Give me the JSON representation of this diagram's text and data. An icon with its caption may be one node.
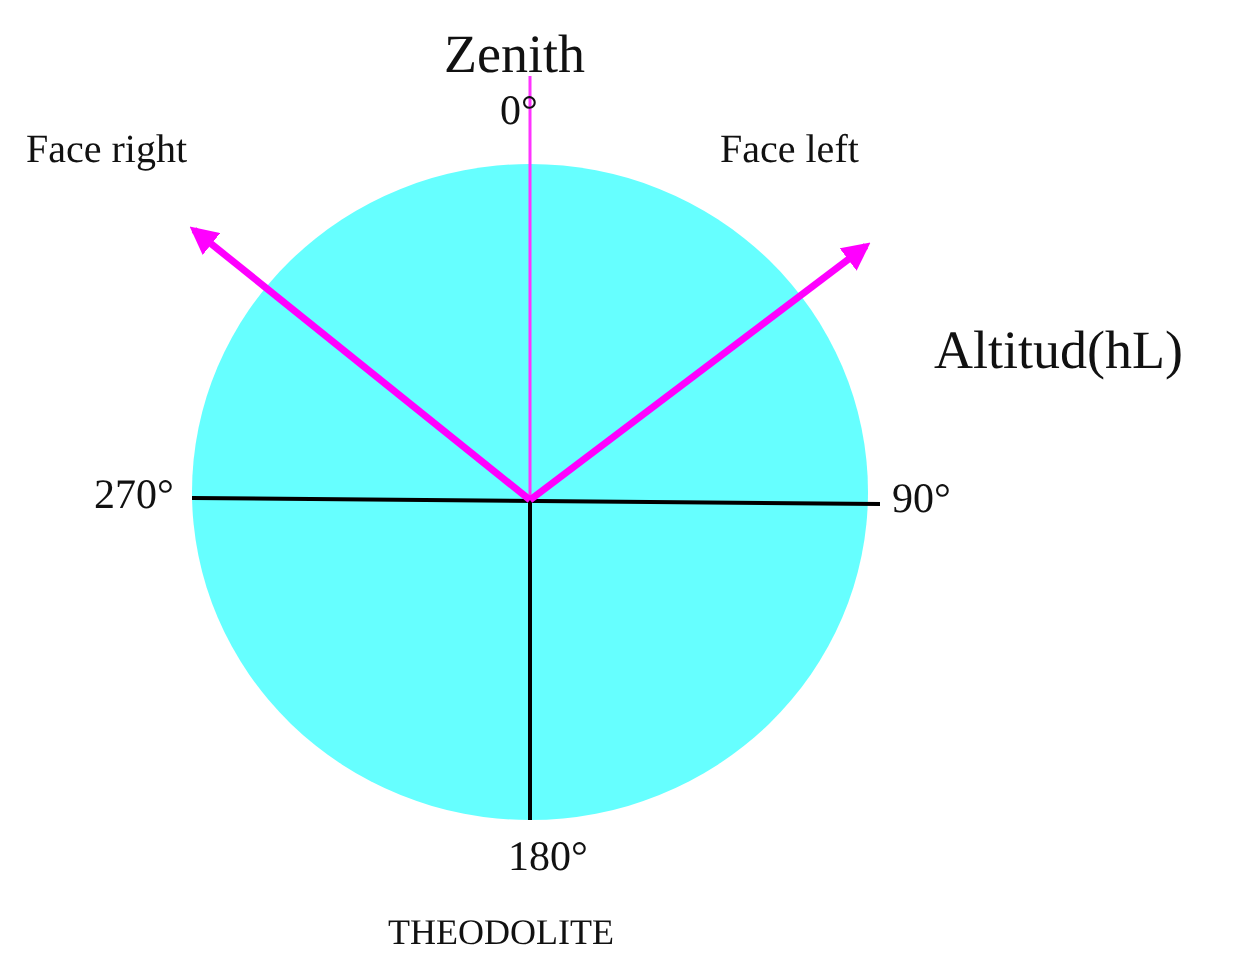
{
  "diagram": {
    "caption": "THEODOLITE",
    "labels": [
      "Zenith",
      "0°",
      "Face right",
      "Face left",
      "Altitud(hL)",
      "270°",
      "90°",
      "180°"
    ]
  }
}
